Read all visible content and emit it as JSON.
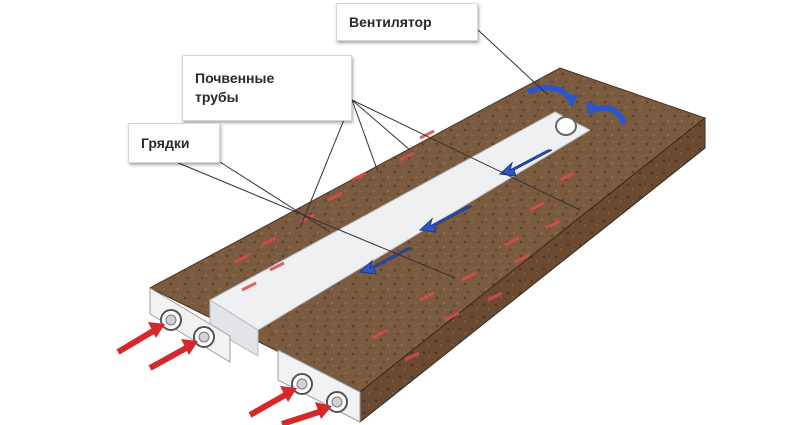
{
  "labels": {
    "fan": "Вентилятор",
    "pipes_line1": "Почвенные",
    "pipes_line2": "трубы",
    "beds": "Грядки"
  },
  "colors": {
    "soil": "#7a5a3e",
    "soil_dark": "#5b3f28",
    "soil_side": "#6b4b32",
    "channel": "#eef0f2",
    "airflow_blue": "#2f56c6",
    "inlet_red": "#d6272b"
  }
}
